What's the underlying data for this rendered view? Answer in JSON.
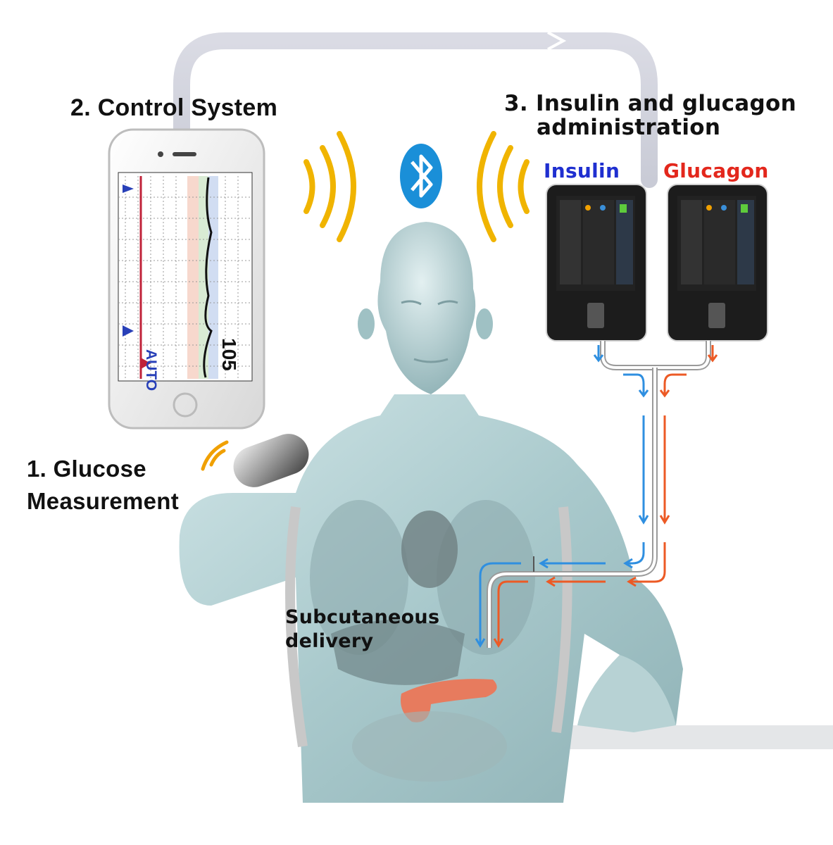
{
  "labels": {
    "control_system": "2. Control System",
    "administration_line1": "3. Insulin and glucagon",
    "administration_line2": "administration",
    "insulin": "Insulin",
    "glucagon": "Glucagon",
    "glucose_line1": "1. Glucose",
    "glucose_line2": "Measurement",
    "subcutaneous_line1": "Subcutaneous",
    "subcutaneous_line2": "delivery"
  },
  "phone_screen": {
    "mode": "AUTO",
    "glucose_value": "105"
  },
  "icons": [
    "bluetooth-icon",
    "wireless-waves-icon",
    "smartphone",
    "glucose-sensor",
    "insulin-pump",
    "glucagon-pump",
    "human-body"
  ],
  "colors": {
    "insulin": "#1f2fd0",
    "glucagon": "#e3271c",
    "insulin_flow": "#2f8fe0",
    "glucagon_flow": "#ec5a25",
    "signal_waves": "#f0b400",
    "bluetooth": "#1a8fd8"
  }
}
